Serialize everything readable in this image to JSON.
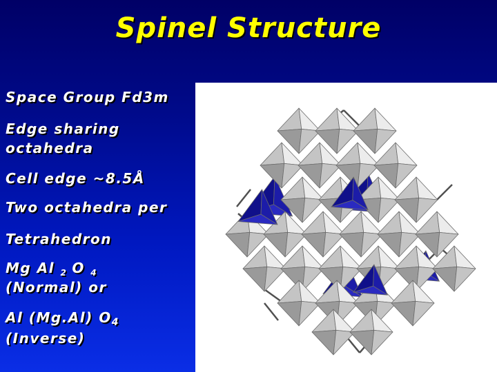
{
  "slide": {
    "title": "Spinel Structure",
    "bullets": {
      "space_group": "Space Group Fd3m",
      "edge_sharing_1": "Edge sharing",
      "edge_sharing_2": "octahedra",
      "cell_edge": "Cell edge ~8.5Å",
      "two_octahedra": "Two octahedra per",
      "tetrahedron": "Tetrahedron",
      "normal_formula": {
        "prefix": "Mg Al",
        "sub_a": "2",
        "middle": "O",
        "sub_b": "4"
      },
      "normal_label": "(Normal) or",
      "inverse_formula": {
        "prefix": "Al (Mg.Al) O",
        "sub": "4"
      },
      "inverse_label": "(Inverse)"
    }
  },
  "colors": {
    "title": "#ffff00",
    "text": "#ffffff",
    "background_top": "#000066",
    "background_bottom": "#0a2ee6",
    "octahedron_light": "#ececec",
    "octahedron_mid": "#c4c4c4",
    "octahedron_dark": "#9a9a9a",
    "tetrahedron": "#1c1ca8",
    "cell_edges": "#505050"
  },
  "figure": {
    "icon": "spinel-crystal-structure-illustration"
  }
}
